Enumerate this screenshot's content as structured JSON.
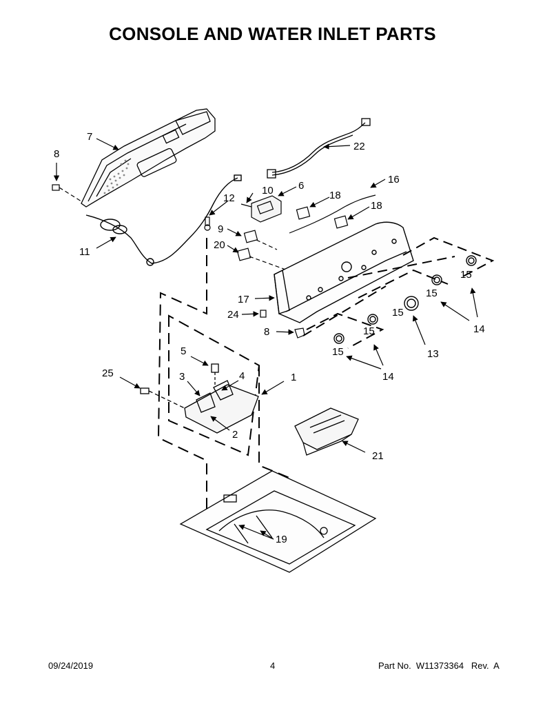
{
  "title": "CONSOLE AND WATER INLET PARTS",
  "footer": {
    "date": "09/24/2019",
    "page_number": "4",
    "part_info": "Part No.  W11373364   Rev.  A"
  },
  "callouts": [
    "1",
    "2",
    "3",
    "4",
    "5",
    "6",
    "7",
    "8",
    "8",
    "9",
    "10",
    "11",
    "12",
    "13",
    "14",
    "14",
    "15",
    "15",
    "15",
    "15",
    "15",
    "16",
    "17",
    "18",
    "18",
    "19",
    "20",
    "21",
    "22",
    "24",
    "25"
  ]
}
